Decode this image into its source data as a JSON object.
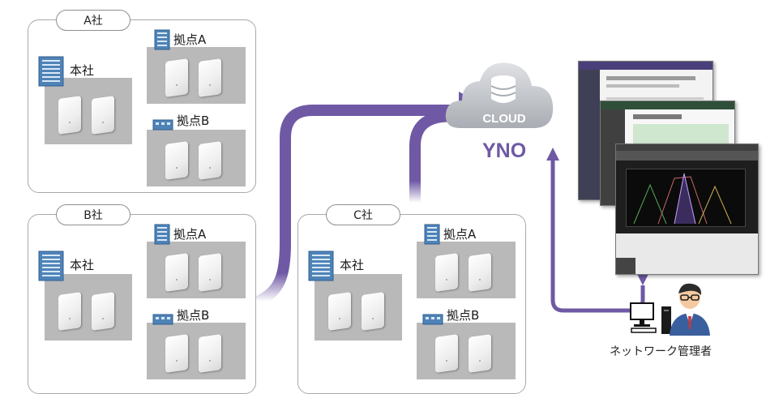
{
  "companies": {
    "a": {
      "name": "A社",
      "hq": "本社",
      "site_a": "拠点A",
      "site_b": "拠点B"
    },
    "b": {
      "name": "B社",
      "hq": "本社",
      "site_a": "拠点A",
      "site_b": "拠点B"
    },
    "c": {
      "name": "C社",
      "hq": "本社",
      "site_a": "拠点A",
      "site_b": "拠点B"
    }
  },
  "cloud": {
    "label": "CLOUD",
    "service": "YNO"
  },
  "admin": {
    "label": "ネットワーク管理者"
  },
  "colors": {
    "arrow": "#6f59a5",
    "cloud": "#b5b9be",
    "box": "#b9b9b9",
    "screen_dark": "#222222"
  },
  "icons": [
    "building-icon",
    "small-building-icon",
    "access-point-icon",
    "cloud-icon",
    "database-icon",
    "pc-icon",
    "person-icon"
  ]
}
